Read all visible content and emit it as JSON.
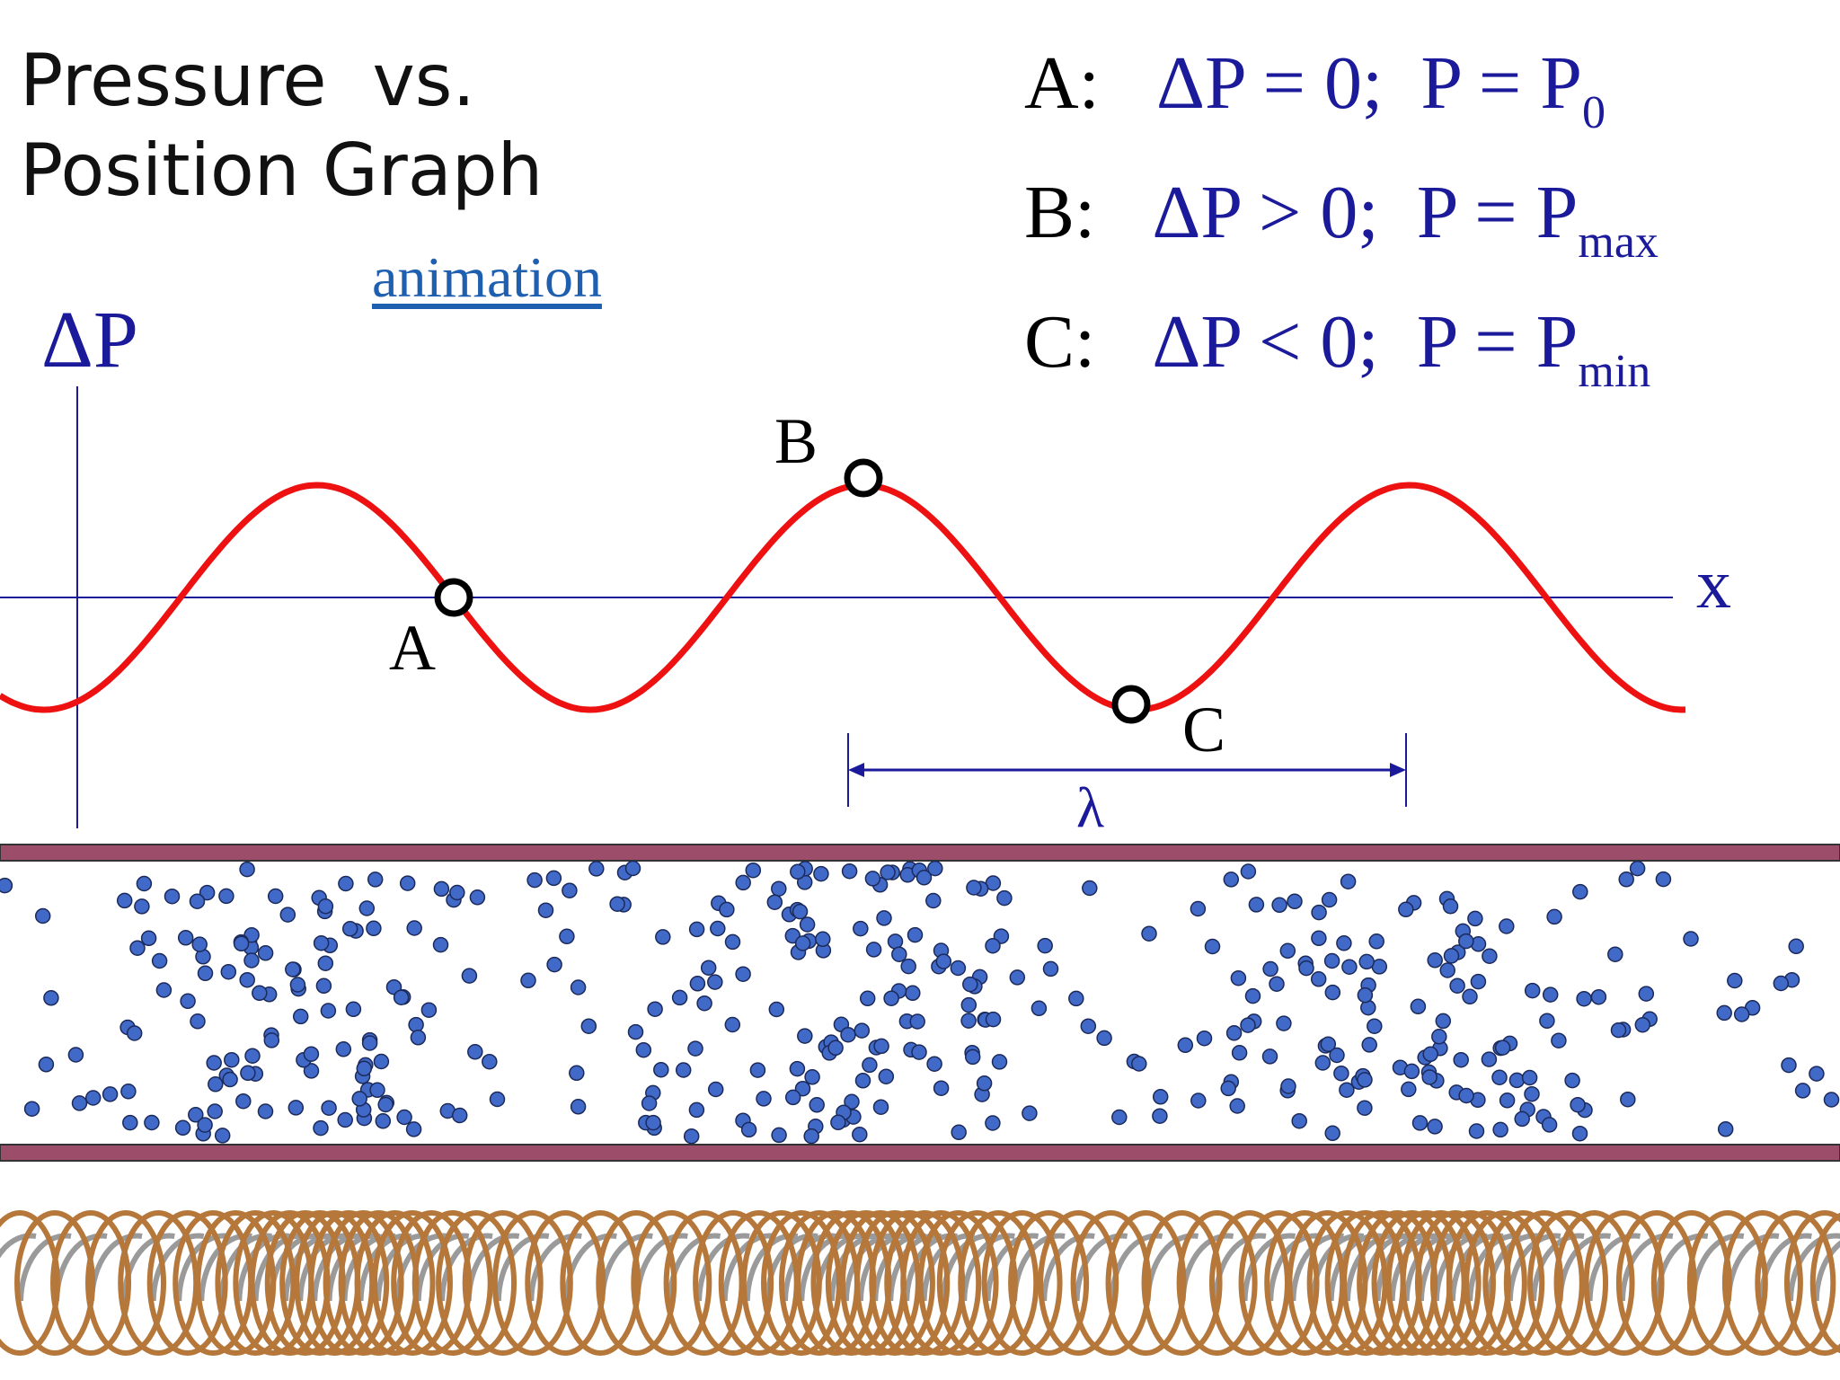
{
  "title": {
    "line1": "Pressure  vs.",
    "line2": "Position Graph"
  },
  "link": {
    "label": "animation"
  },
  "legend": [
    {
      "point": "A:",
      "condition": "ΔP = 0;",
      "pressure": "P = P",
      "sub": "0"
    },
    {
      "point": "B:",
      "condition": "ΔP > 0;",
      "pressure": "P = P",
      "sub": "max"
    },
    {
      "point": "C:",
      "condition": "ΔP < 0;",
      "pressure": "P = P",
      "sub": "min"
    }
  ],
  "graph": {
    "y_axis_label": "ΔP",
    "x_axis_label": "x",
    "point_labels": {
      "A": "A",
      "B": "B",
      "C": "C"
    },
    "wavelength_label": "λ",
    "colors": {
      "wave": "#ee1111",
      "axis": "#1a1a9a",
      "tube_wall": "#9c4d6a",
      "molecule": "#4169c8",
      "spring_front": "#b5773a",
      "spring_back": "#9a9a9a"
    }
  }
}
